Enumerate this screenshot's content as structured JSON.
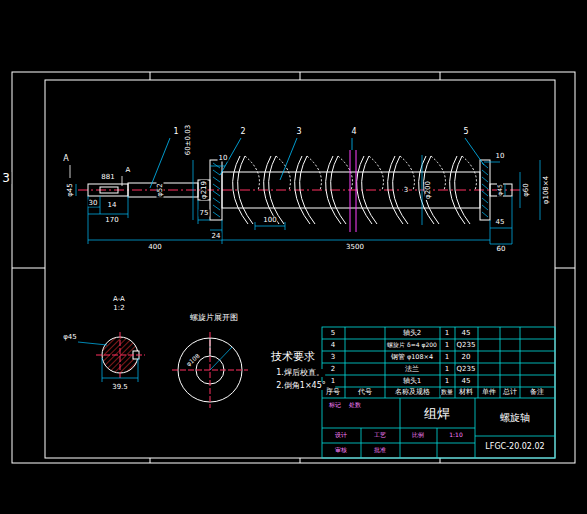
{
  "diagram": {
    "labels": [
      "1",
      "2",
      "3",
      "4",
      "5",
      "φ45",
      "881",
      "30",
      "14",
      "170",
      "φ52",
      "60±0.03",
      "10",
      "φ219",
      "75",
      "24",
      "100",
      "400",
      "3500",
      "3",
      "φ200",
      "10",
      "φ45",
      "φ60",
      "φ108×4",
      "45",
      "60",
      "A",
      "A",
      "A-A",
      "1:2",
      "φ45",
      "39.5",
      "螺旋片展开图",
      "φ108",
      "技术要求",
      "1.焊后校直。",
      "2.倒角1×45°。",
      "5",
      "轴头2",
      "1",
      "45",
      "4",
      "螺旋片 δ=4 φ200",
      "1",
      "Q235",
      "3",
      "钢管 φ108×4",
      "1",
      "20",
      "2",
      "法兰",
      "1",
      "Q235",
      "1",
      "轴头1",
      "1",
      "45",
      "序号",
      "代号",
      "名称及规格",
      "数量",
      "材料",
      "单件",
      "总计",
      "备注",
      "组焊",
      "螺旋轴",
      "LFGC-20.02.02",
      "标记",
      "处数",
      "设计",
      "审核",
      "工艺",
      "批准",
      "比例",
      "1:10",
      "3"
    ]
  }
}
